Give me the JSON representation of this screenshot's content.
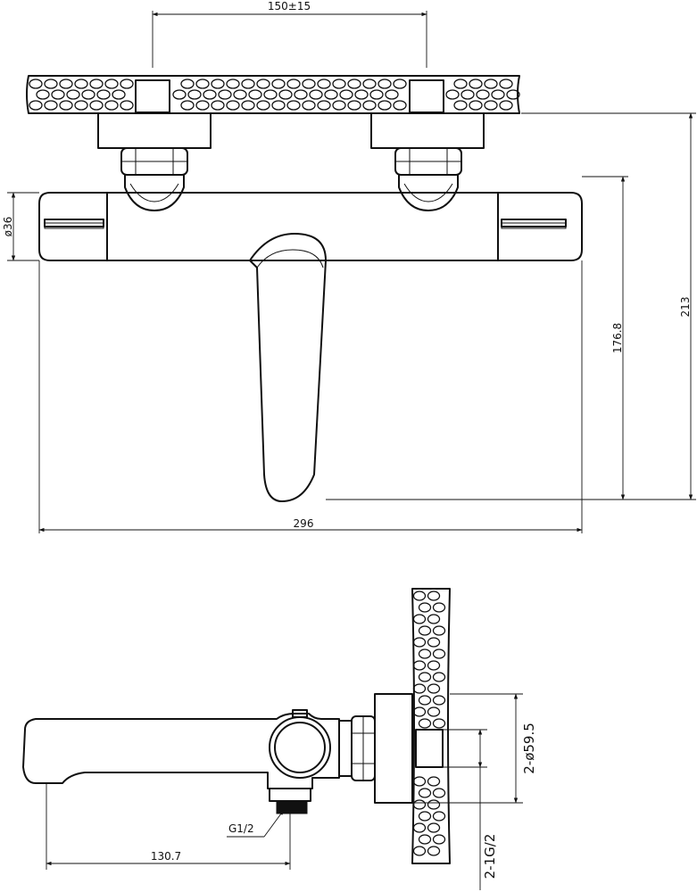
{
  "drawing": {
    "front_view": {
      "dim_inlet_spacing": "150±15",
      "dim_body_diameter": "ø36",
      "dim_spout_height": "176.8",
      "dim_total_height": "213",
      "dim_total_width": "296"
    },
    "side_view": {
      "dim_spout_projection": "130.7",
      "dim_outlet_thread": "G1/2",
      "dim_flange_diameter": "2-ø59.5",
      "dim_inlet_thread": "2-1G/2"
    }
  }
}
